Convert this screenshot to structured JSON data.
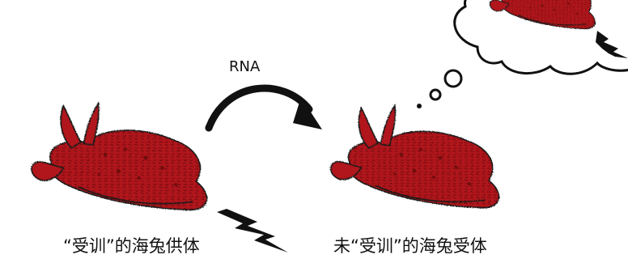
{
  "labels": {
    "rna": "RNA",
    "donor": "“受训”的海兔供体",
    "recipient": "未“受训”的海兔受体"
  },
  "colors": {
    "slug_fill": "#b0141a",
    "slug_texture": "#6e0a0f",
    "outline": "#1a1a1a",
    "shock": "#111111"
  }
}
